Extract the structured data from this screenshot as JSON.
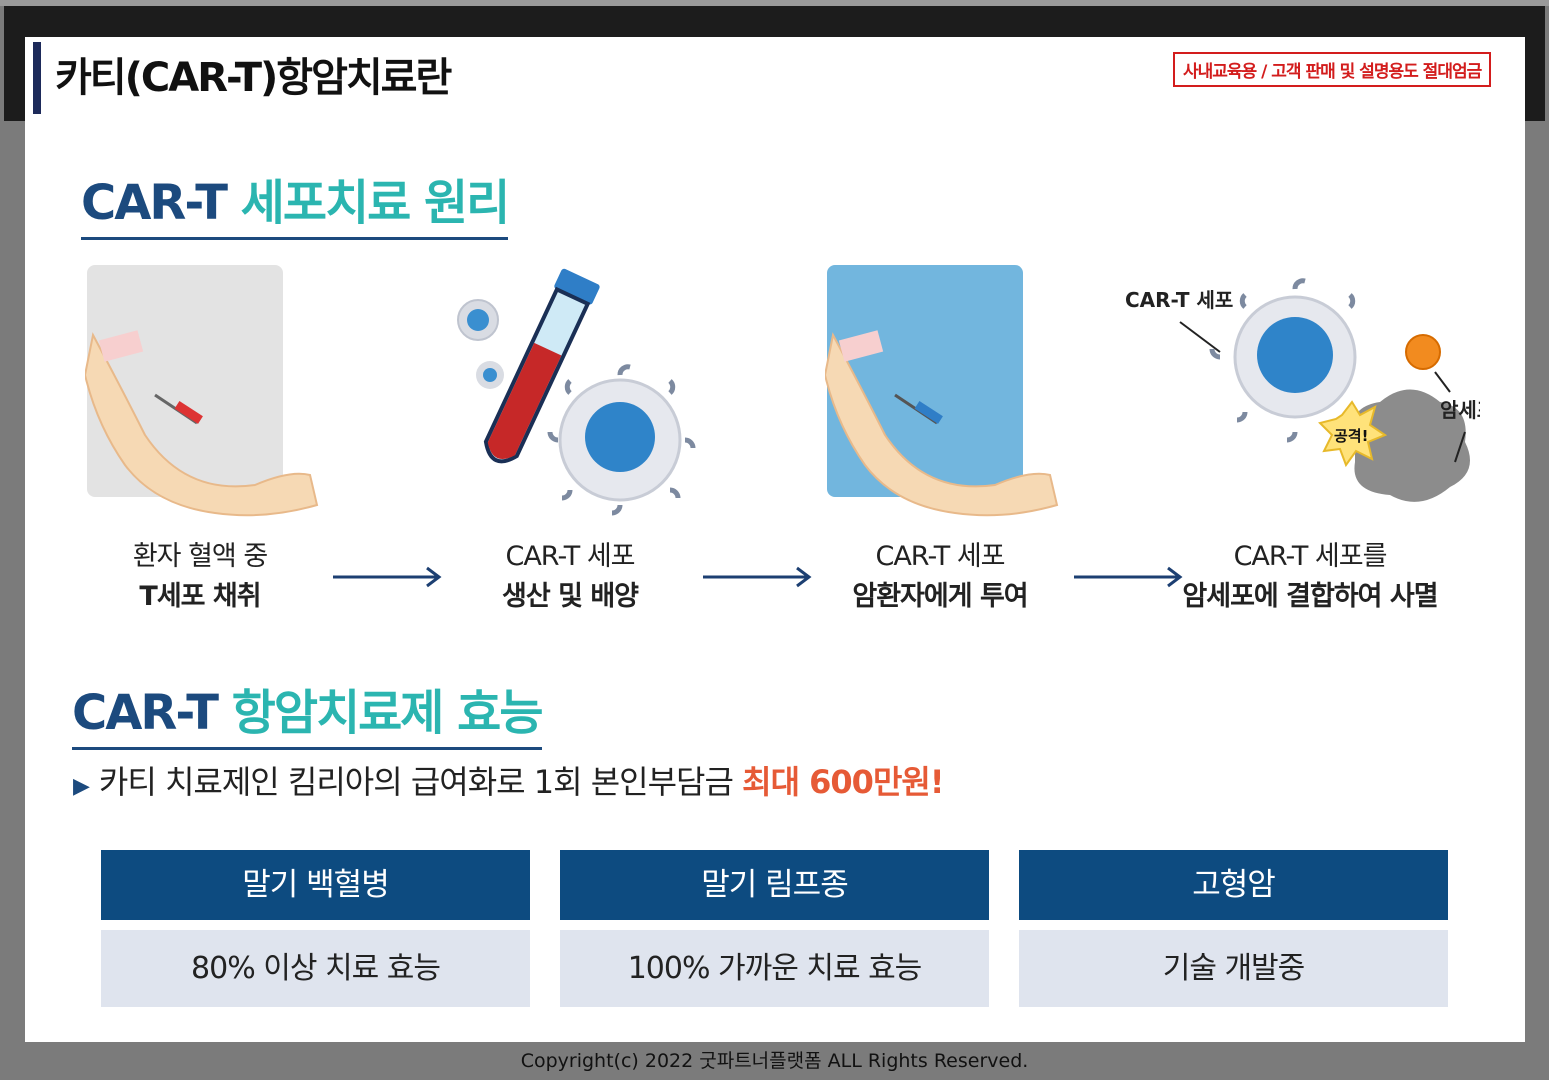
{
  "header": {
    "title": "카티(CAR-T)항암치료란",
    "notice": "사내교육용 / 고객 판매 및 설명용도 절대엄금"
  },
  "section1": {
    "heading_dark": "CAR-T",
    "heading_teal": "세포치료 원리",
    "steps": [
      {
        "line1": "환자 혈액 중",
        "line2": "T세포 채취"
      },
      {
        "line1": "CAR-T 세포",
        "line2": "생산 및 배양"
      },
      {
        "line1": "CAR-T 세포",
        "line2": "암환자에게 투여"
      },
      {
        "line1": "CAR-T 세포를",
        "line2": "암세포에 결합하여 사멸"
      }
    ],
    "illustration_labels": {
      "cart_cell": "CAR-T 세포",
      "cancer_cell": "암세포",
      "attack": "공격!"
    }
  },
  "section2": {
    "heading_dark": "CAR-T",
    "heading_teal": "항암치료제 효능",
    "bullet_text": "카티 치료제인 킴리아의 급여화로 1회 본인부담금 ",
    "bullet_highlight": "최대 600만원!",
    "columns": [
      {
        "title": "말기 백혈병",
        "value": "80% 이상 치료 효능"
      },
      {
        "title": "말기 림프종",
        "value": "100% 가까운 치료 효능"
      },
      {
        "title": "고형암",
        "value": "기술 개발중"
      }
    ]
  },
  "footer": {
    "copyright": "Copyright(c) 2022 굿파트너플랫폼 ALL Rights Reserved."
  },
  "colors": {
    "navy": "#1c4a7e",
    "teal": "#2bb5b0",
    "highlight": "#e65a36",
    "table_head": "#0d4b80",
    "table_body": "#dfe4ee",
    "notice_red": "#d31d1d"
  }
}
